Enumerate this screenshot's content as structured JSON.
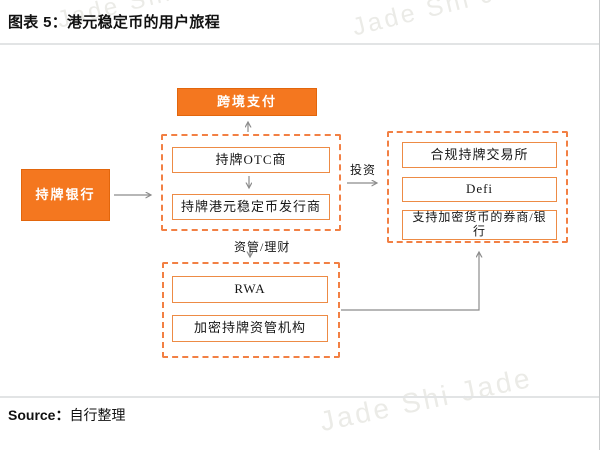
{
  "theme": {
    "colors": {
      "orange_fill": "#F4771F",
      "orange_fill_border": "#E2660C",
      "box_border": "#ED8B45",
      "dashed_border": "#F28044",
      "arrow": "#8C8C8C",
      "separator": "#E2E4E5",
      "page_border": "#C9CBCC",
      "watermark": "#EBEBE7",
      "text": "#111111"
    }
  },
  "header": {
    "title": "图表 5：港元稳定币的用户旅程"
  },
  "watermark": {
    "text": "Jade Shi Jade"
  },
  "diagram": {
    "nodes": {
      "licensed_bank": {
        "label": "持牌银行"
      },
      "cross_border_payment": {
        "label": "跨境支付"
      },
      "licensed_otc": {
        "label": "持牌OTC商"
      },
      "stablecoin_issuer": {
        "label": "持牌港元稳定币发行商"
      },
      "licensed_exchange": {
        "label": "合规持牌交易所"
      },
      "defi": {
        "label": "Defi"
      },
      "crypto_broker_bank": {
        "label": "支持加密货币的券商/银行"
      },
      "rwa": {
        "label": "RWA"
      },
      "crypto_asset_manager": {
        "label": "加密持牌资管机构"
      }
    },
    "edge_labels": {
      "invest": "投资",
      "asset_management": "资管/理财"
    }
  },
  "footer": {
    "source_label": "Source：",
    "source_value": "自行整理"
  }
}
